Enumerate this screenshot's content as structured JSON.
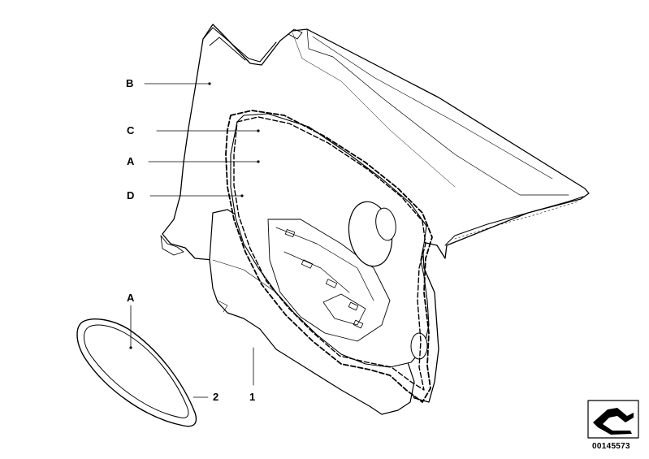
{
  "callouts": {
    "B": "B",
    "C": "C",
    "A_upper": "A",
    "D": "D",
    "A_lower": "A",
    "item2": "2",
    "item1": "1"
  },
  "diagram_id": "00145573",
  "colors": {
    "line": "#000000",
    "panel_fill": "#ffffff",
    "shade": "#e9e9e9"
  }
}
